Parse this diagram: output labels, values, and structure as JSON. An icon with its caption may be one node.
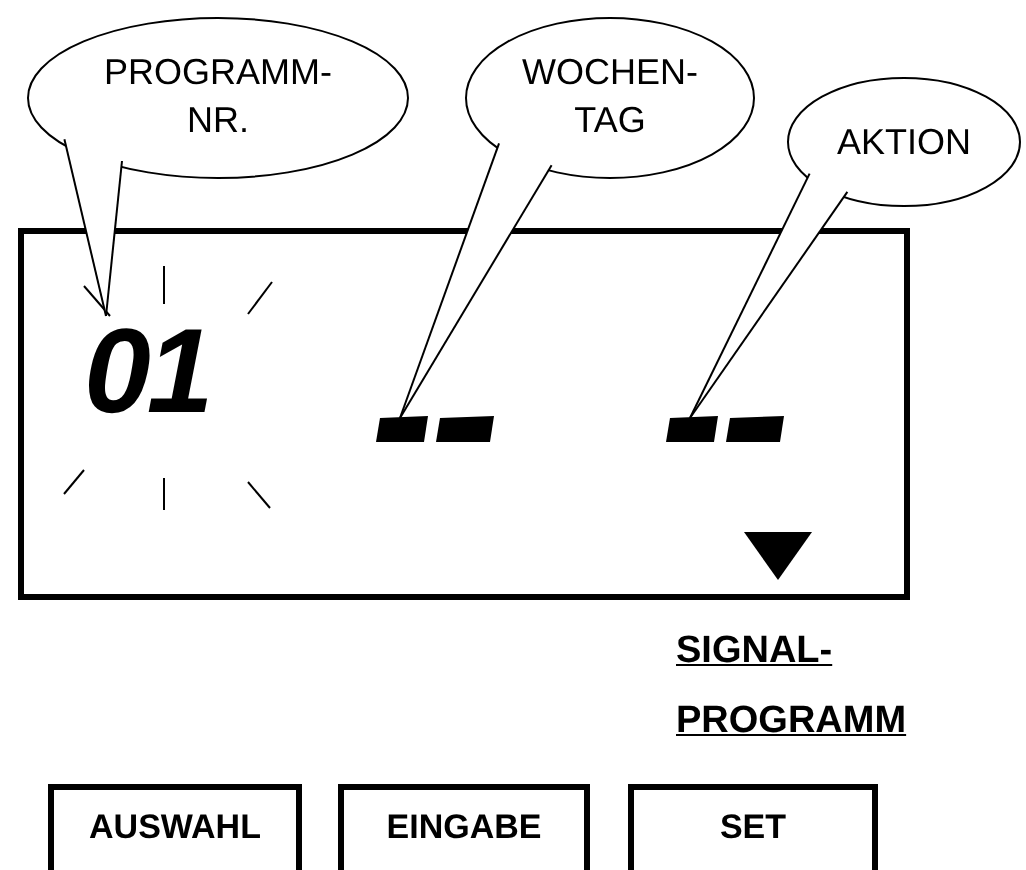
{
  "diagram": {
    "nodes": [
      {
        "text": [
          "PROGRAMM- NR."
        ]
      },
      {
        "text": [
          "WOCHEN- TAG"
        ]
      },
      {
        "text": [
          "AKTION"
        ]
      },
      {
        "text": [],
        "shape": "box"
      },
      {
        "text": [
          "01"
        ],
        "in": 3
      },
      {
        "text": [],
        "shape": "bar",
        "in": 3
      },
      {
        "text": [],
        "shape": "bar",
        "in": 3
      },
      {
        "text": [],
        "shape": "triangle",
        "in": 3
      },
      {
        "text": [
          "AUSWAHL"
        ]
      },
      {
        "text": [
          "EINGABE"
        ]
      },
      {
        "text": [
          "SET"
        ]
      }
    ],
    "edges": [
      {
        "from": 0,
        "to": 4,
        "arrow": "none"
      },
      {
        "from": 1,
        "to": 5,
        "arrow": "none"
      },
      {
        "from": 2,
        "to": 6,
        "arrow": "none"
      }
    ],
    "labels": [
      "SIGNAL- PROGRAMM"
    ]
  }
}
